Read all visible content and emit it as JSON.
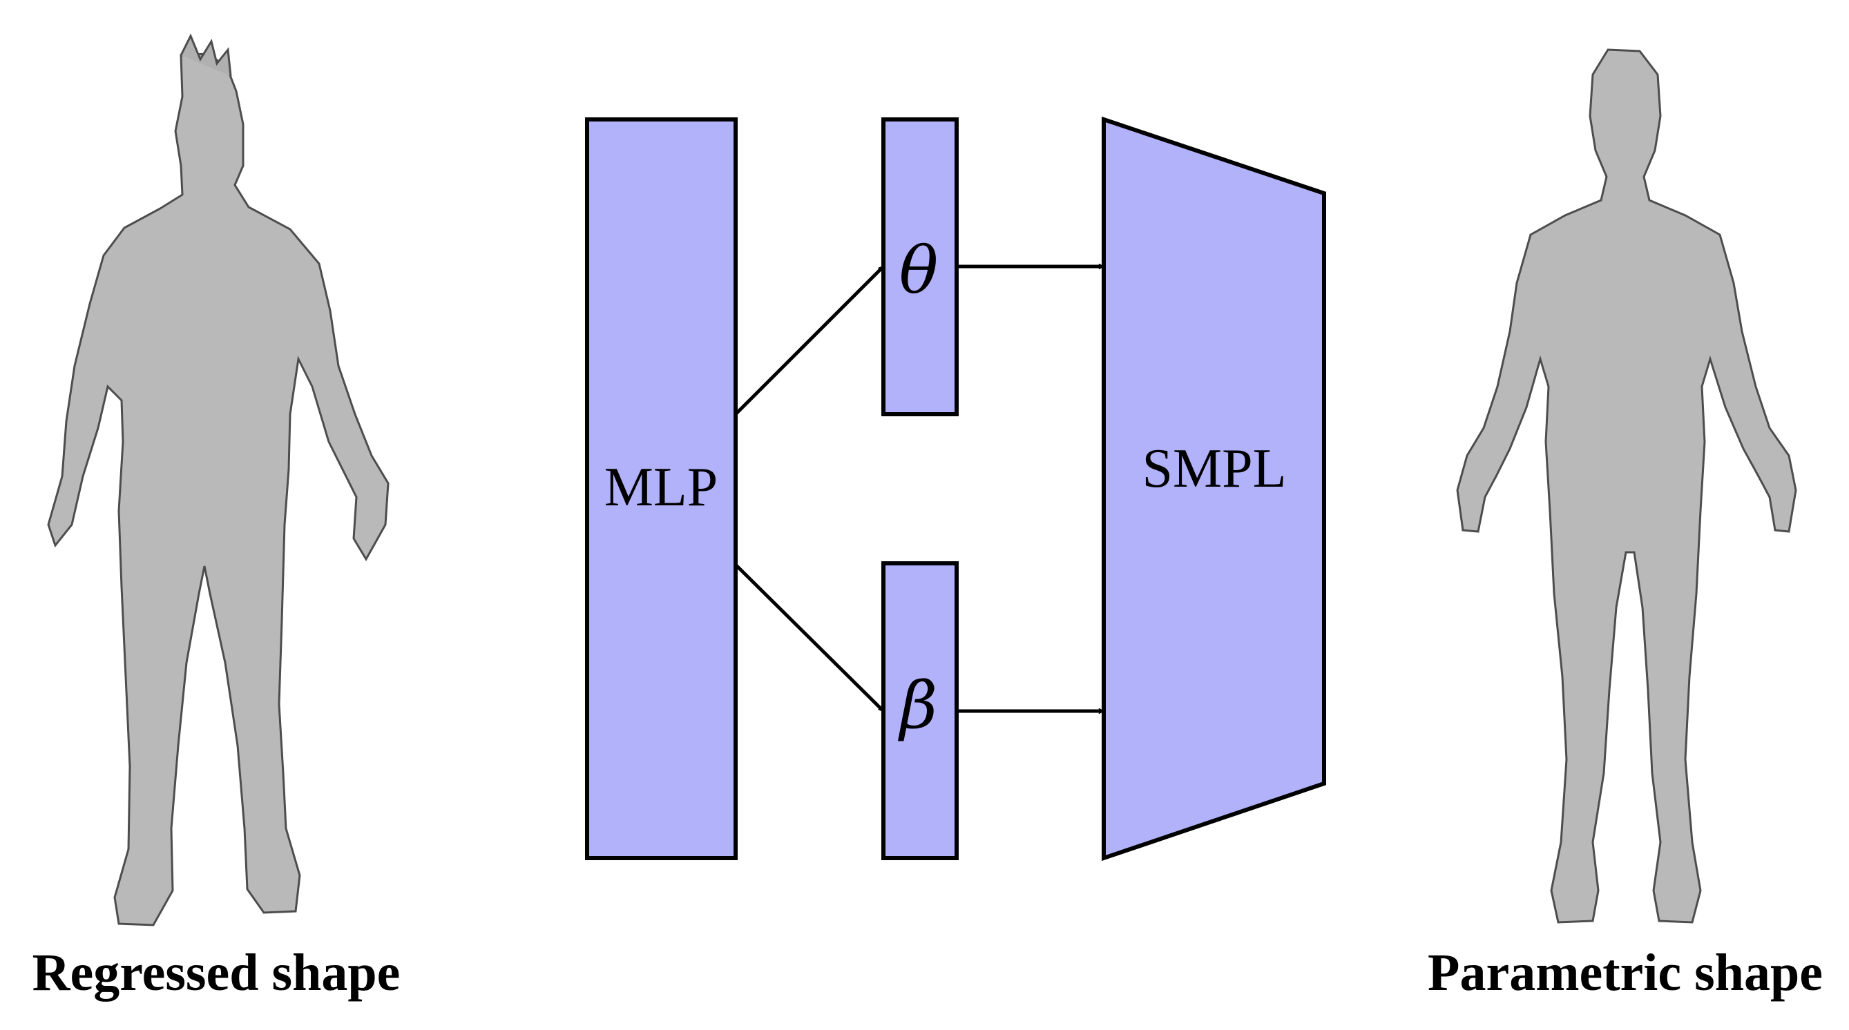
{
  "figure": {
    "left_caption": "Regressed shape",
    "right_caption": "Parametric shape",
    "blocks": {
      "mlp": "MLP",
      "theta": "θ",
      "beta": "β",
      "smpl": "SMPL"
    },
    "colors": {
      "block_fill": "#b2b2fa",
      "outline": "#000000",
      "mesh_fill": "#b9b9b9",
      "mesh_lines": "#4d4d4d"
    },
    "left_figure": "regressed-body-mesh",
    "right_figure": "parametric-body-mesh"
  }
}
